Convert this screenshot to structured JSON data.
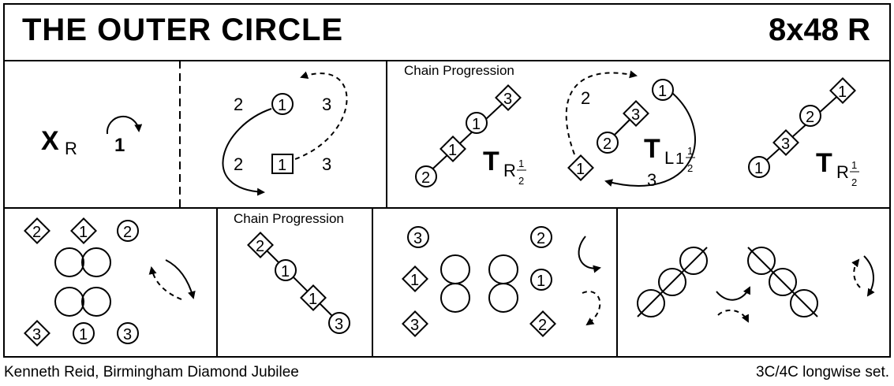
{
  "title": "THE OUTER CIRCLE",
  "meter": "8x48 R",
  "footer": {
    "credit": "Kenneth Reid, Birmingham Diamond Jubilee",
    "formation": "3C/4C longwise set."
  },
  "bars": {
    "b1": {
      "cross_main": "X",
      "cross_sub": "R",
      "turn_count": "1"
    },
    "b2": {
      "chain_label": "Chain Progression",
      "turn1": "T",
      "turn1_sub": "R",
      "turn2": "T",
      "turn2_sub": "L",
      "turn2_whole": "1",
      "turn3": "T",
      "turn3_sub": "R",
      "half_num": "1",
      "half_den": "2"
    },
    "b3": {
      "chain_label": "Chain Progression"
    }
  },
  "numbers": {
    "one": "1",
    "two": "2",
    "three": "3"
  }
}
